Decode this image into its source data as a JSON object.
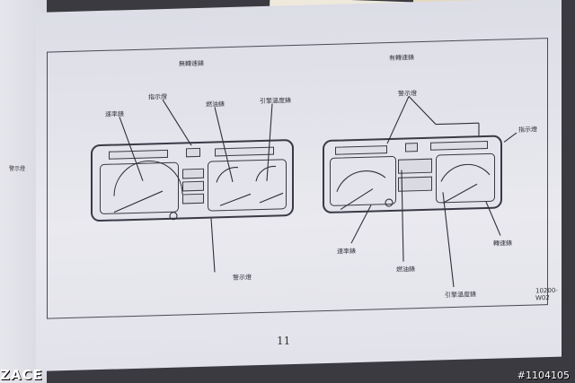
{
  "left_diagram": {
    "title": "無轉速錶",
    "labels": {
      "speedometer": "速率錶",
      "indicator_lights": "指示燈",
      "fuel_gauge": "燃油錶",
      "temp_gauge": "引擎溫度錶",
      "warning_lights": "警示燈"
    }
  },
  "right_diagram": {
    "title": "有轉速錶",
    "labels": {
      "warning_lights": "警示燈",
      "indicator_lights": "指示燈",
      "speedometer": "速率錶",
      "fuel_gauge": "燃油錶",
      "tachometer": "轉速錶",
      "temp_gauge": "引擎溫度錶"
    }
  },
  "figure_code": "10200-W02",
  "page_number": "11",
  "left_page_fragment": "警示燈",
  "corner_logo": "ZACE",
  "watermark": "#1104105"
}
